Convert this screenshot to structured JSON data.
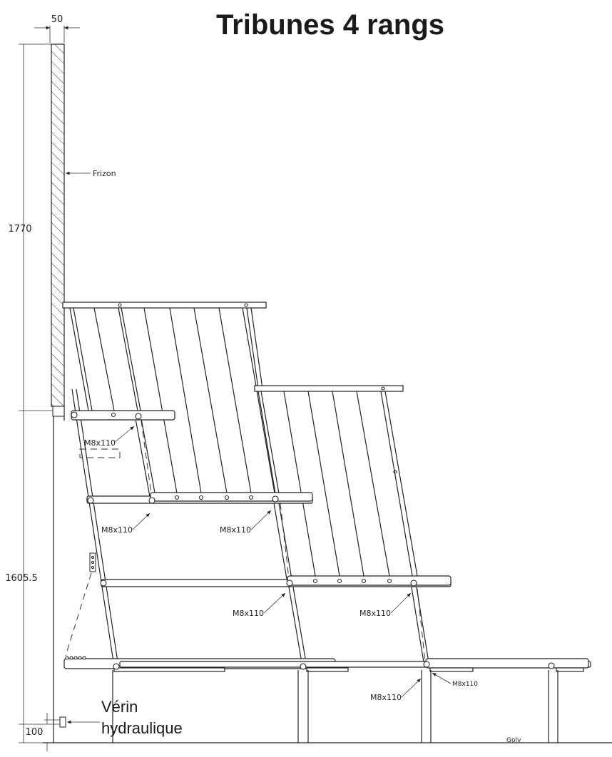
{
  "title": "Tribunes 4 rangs",
  "dimensions": {
    "wall_thickness": "50",
    "upper_height": "1770",
    "lower_height": "1605.5",
    "base_height": "100"
  },
  "labels": {
    "frizon": "Frizon",
    "bolt": "M8x110",
    "floor": "Golv",
    "jack_line1": "Vérin",
    "jack_line2": "hydraulique"
  }
}
